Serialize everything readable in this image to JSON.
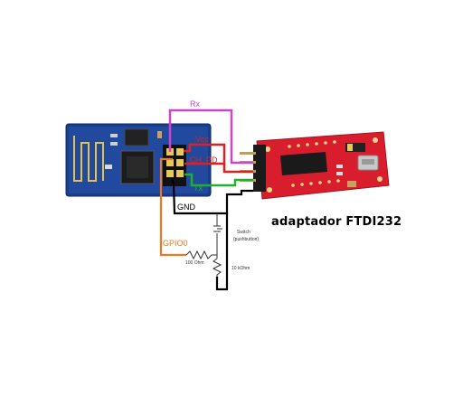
{
  "title": "adaptador FTDI232",
  "labels": {
    "rx": "Rx",
    "vcc": "Vcc",
    "ch_pd": "CH_PD",
    "tx": "Tx",
    "gnd": "GND",
    "gpio0": "GPIO0",
    "switch": "Switch",
    "pushbutton": "(pushbutton)",
    "r100": "100 Ohm",
    "r10k": "10 kOhm"
  },
  "colors": {
    "rx": "#cc44cc",
    "vcc": "#e02020",
    "tx": "#20b030",
    "gnd": "#000000",
    "gpio0": "#f07820",
    "ftdi_board": "#d81e2c",
    "esp_board": "#1a3e8c"
  },
  "icons": [
    "esp8266-module-illustration",
    "ftdi232-adapter-illustration",
    "usb-connector-icon",
    "pushbutton-switch-icon",
    "resistor-icon"
  ]
}
